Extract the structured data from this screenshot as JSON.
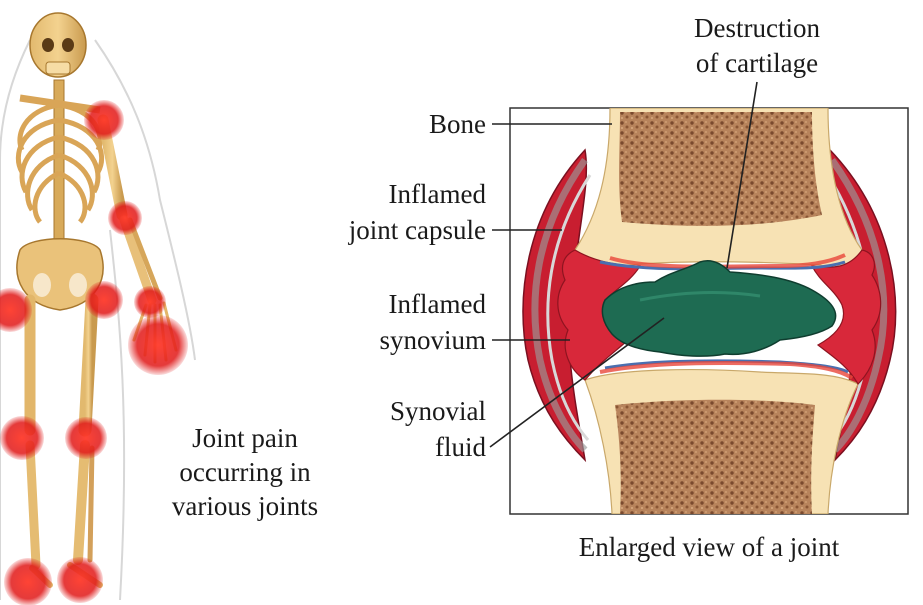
{
  "labels": {
    "destruction_line1": "Destruction",
    "destruction_line2": "of cartilage",
    "bone": "Bone",
    "capsule_line1": "Inflamed",
    "capsule_line2": "joint capsule",
    "synovium_line1": "Inflamed",
    "synovium_line2": "synovium",
    "fluid_line1": "Synovial",
    "fluid_line2": "fluid",
    "pain_line1": "Joint pain",
    "pain_line2": "occurring in",
    "pain_line3": "various joints",
    "caption": "Enlarged view of a joint"
  },
  "colors": {
    "bone": "#f7e2b4",
    "marrow": "#a8704a",
    "inflamed": "#d8283a",
    "fluid": "#1e6b52",
    "hotspot": "#e01818"
  }
}
